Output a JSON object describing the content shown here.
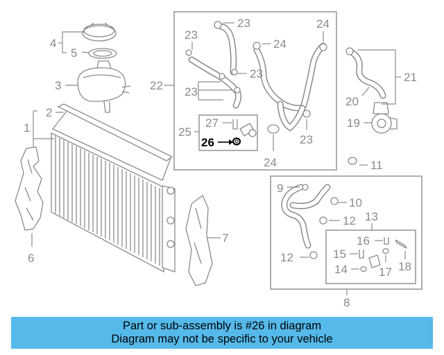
{
  "callouts": {
    "c1": "1",
    "c2": "2",
    "c3": "3",
    "c4": "4",
    "c5": "5",
    "c6": "6",
    "c7": "7",
    "c8": "8",
    "c9": "9",
    "c10": "10",
    "c11": "11",
    "c12a": "12",
    "c12b": "12",
    "c13": "13",
    "c14": "14",
    "c15": "15",
    "c16": "16",
    "c17": "17",
    "c18": "18",
    "c19": "19",
    "c20": "20",
    "c21": "21",
    "c22": "22",
    "c23a": "23",
    "c23b": "23",
    "c23c": "23",
    "c23d": "23",
    "c23e": "23",
    "c24a": "24",
    "c24b": "24",
    "c24c": "24",
    "c25": "25",
    "c26": "26",
    "c27": "27"
  },
  "highlight": {
    "part": "26",
    "color": "#000000"
  },
  "banner": {
    "line1": "Part or sub-assembly is #26 in diagram",
    "line2": "Diagram may not be specific to your vehicle",
    "color": "#55b9ea"
  }
}
